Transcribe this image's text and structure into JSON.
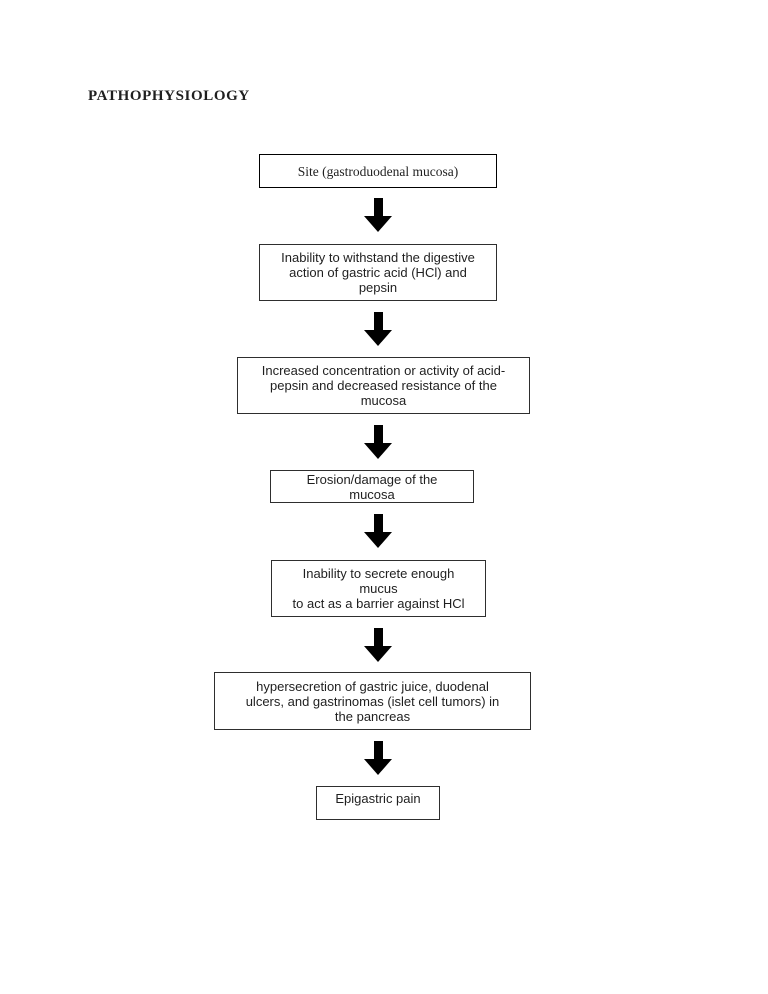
{
  "page": {
    "title": "PATHOPHYSIOLOGY"
  },
  "flowchart": {
    "connector": "down-arrow",
    "nodes": [
      {
        "id": "site",
        "text": "Site (gastroduodenal mucosa)"
      },
      {
        "id": "inability-withstand",
        "text": "Inability to withstand the digestive\naction of gastric acid (HCl) and\npepsin"
      },
      {
        "id": "increased-concentration",
        "text": "Increased concentration or activity of acid-\npepsin and decreased resistance of the\nmucosa"
      },
      {
        "id": "erosion-damage",
        "text": "Erosion/damage of the\nmucosa"
      },
      {
        "id": "inability-secrete-mucus",
        "text": "Inability to secrete enough\nmucus\nto act as a barrier against HCl"
      },
      {
        "id": "hypersecretion",
        "text": "hypersecretion of gastric juice, duodenal\nulcers, and gastrinomas (islet cell tumors) in\nthe pancreas"
      },
      {
        "id": "epigastric-pain",
        "text": "Epigastric pain"
      }
    ]
  },
  "colors": {
    "page_background": "#ffffff",
    "box_border": "#2e2e2e",
    "box_border_dark": "#000000",
    "text": "#1f1f1f",
    "arrow": "#000000"
  }
}
